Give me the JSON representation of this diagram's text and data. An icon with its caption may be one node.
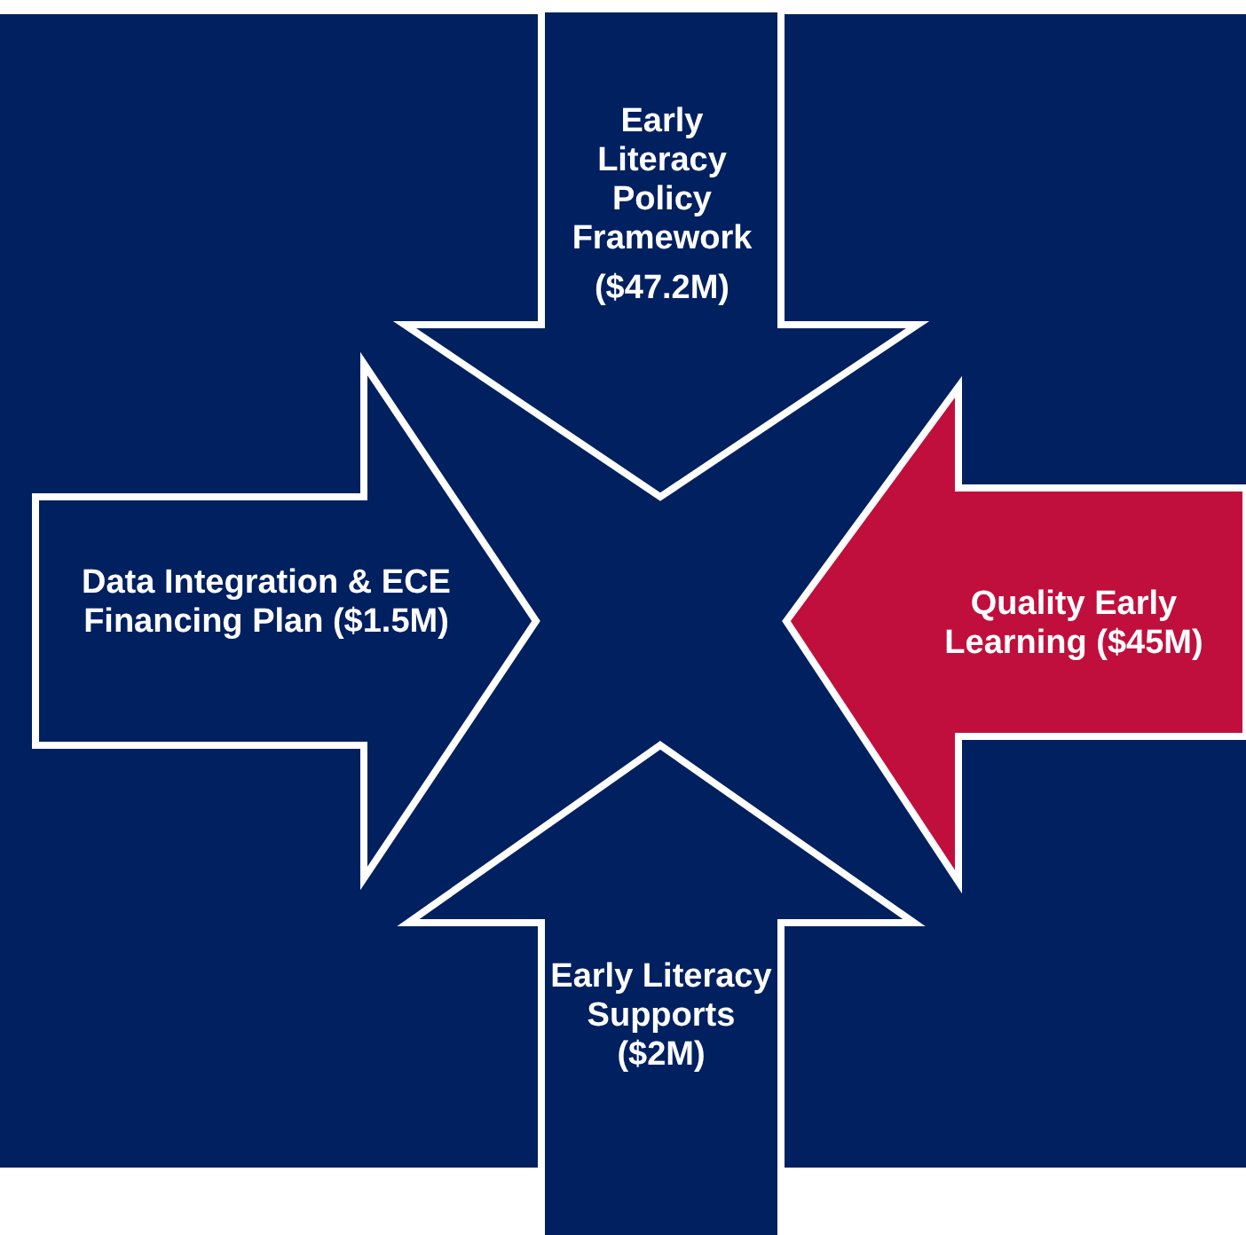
{
  "diagram": {
    "nodes": [
      {
        "text": [
          "Early Literacy Policy Framework",
          "($47.2M)"
        ]
      },
      {
        "text": [
          "Data Integration & ECE Financing Plan ($1.5M)"
        ]
      },
      {
        "text": [
          "Quality Early Learning ($45M)"
        ]
      },
      {
        "text": [
          "Early Literacy Supports ($2M)"
        ]
      }
    ]
  }
}
